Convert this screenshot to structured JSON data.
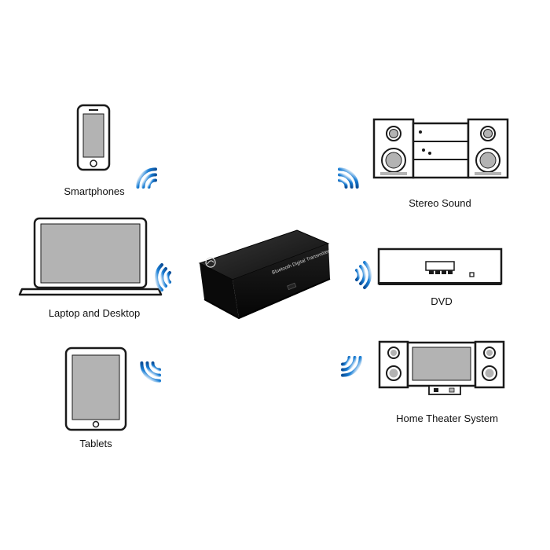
{
  "sources": [
    {
      "id": "smartphones",
      "label": "Smartphones",
      "icon": "smartphone-icon"
    },
    {
      "id": "laptop",
      "label": "Laptop and Desktop",
      "icon": "laptop-icon"
    },
    {
      "id": "tablets",
      "label": "Tablets",
      "icon": "tablet-icon"
    }
  ],
  "device": {
    "label": "Bluetooth Digital Transmitter",
    "icon": "transmitter-box-icon",
    "port": "mini-usb-port-icon"
  },
  "outputs": [
    {
      "id": "stereo",
      "label": "Stereo Sound",
      "icon": "stereo-system-icon"
    },
    {
      "id": "dvd",
      "label": "DVD",
      "icon": "dvd-player-icon"
    },
    {
      "id": "home_theater",
      "label": "Home Theater System",
      "icon": "home-theater-icon"
    }
  ],
  "signal": {
    "icon": "wireless-signal-icon",
    "color": "#1a7fd6",
    "count": 6
  },
  "colors": {
    "device_gray": "#b3b3b3",
    "line": "#1a1a1a",
    "box": "#111111"
  }
}
